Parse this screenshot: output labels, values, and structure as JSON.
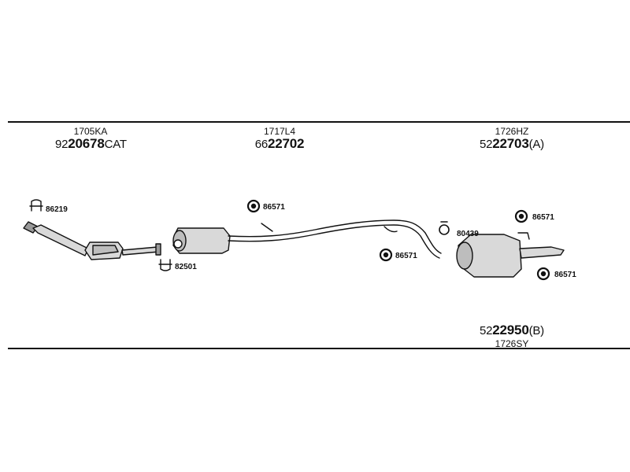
{
  "groups": [
    {
      "code": "1705KA",
      "prefix": "92",
      "number": "20678",
      "suffix": "CAT"
    },
    {
      "code": "1717L4",
      "prefix": "66",
      "number": "22702",
      "suffix": ""
    },
    {
      "code": "1726HZ",
      "prefix": "52",
      "number": "22703",
      "suffix": "(A)"
    },
    {
      "code": "1726SY",
      "prefix": "52",
      "number": "22950",
      "suffix": "(B)"
    }
  ],
  "small_parts": {
    "clamp_top": "86219",
    "clamp_bottom": "82501",
    "hanger_mid": "86571",
    "hanger_lower": "86571",
    "ring": "80439",
    "hanger_rear_top": "86571",
    "hanger_rear_bottom": "86571"
  },
  "colors": {
    "line": "#111111",
    "part_fill": "#d9d9d9",
    "part_shade": "#9a9a9a"
  }
}
